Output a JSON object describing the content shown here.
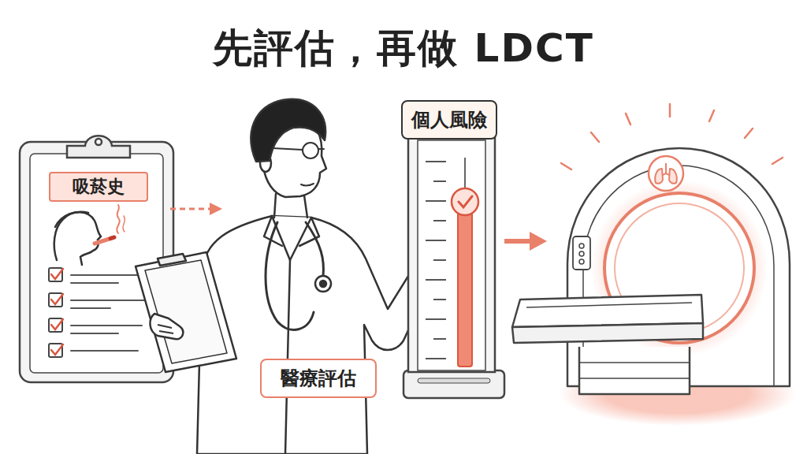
{
  "diagram": {
    "title": "先評估，再做 LDCT",
    "nodes": [
      {
        "text": [
          "吸菸史"
        ]
      },
      {
        "text": [
          "醫療評估"
        ]
      },
      {
        "text": [
          "個人風險"
        ]
      }
    ]
  }
}
